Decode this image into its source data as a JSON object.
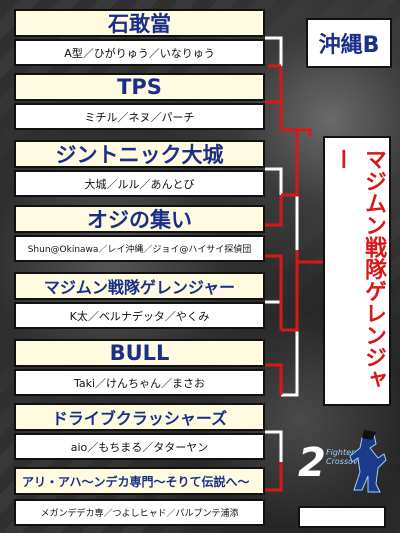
{
  "region_label": "沖縄B",
  "winner": "マジムン戦隊ゲレンジャー",
  "logo": {
    "number": "2",
    "text": "Fighters Crossover"
  },
  "teams": [
    {
      "name": "石敢當",
      "members": "A型／ひがりゅう／いなりゅう"
    },
    {
      "name": "TPS",
      "members": "ミチル／ネヌ／パーチ"
    },
    {
      "name": "ジントニック大城",
      "members": "大城／ルル／あんとび"
    },
    {
      "name": "オジの集い",
      "members": "Shun@Okinawa／レイ沖縄／ジョイ@ハイサイ探偵団"
    },
    {
      "name": "マジムン戦隊ゲレンジャー",
      "members": "K太／ベルナデッタ／やくみ"
    },
    {
      "name": "BULL",
      "members": "Taki／けんちゃん／まさお"
    },
    {
      "name": "ドライブクラッシャーズ",
      "members": "aio／もちまる／タターヤン"
    },
    {
      "name": "アリ・アハ〜ンデカ専門〜そりて伝説へ〜",
      "members": "メガンデデカ専／つよしヒャド／パルプンテ浦添"
    }
  ],
  "colors": {
    "accent": "#d81818",
    "team_text": "#1a2e8a"
  }
}
